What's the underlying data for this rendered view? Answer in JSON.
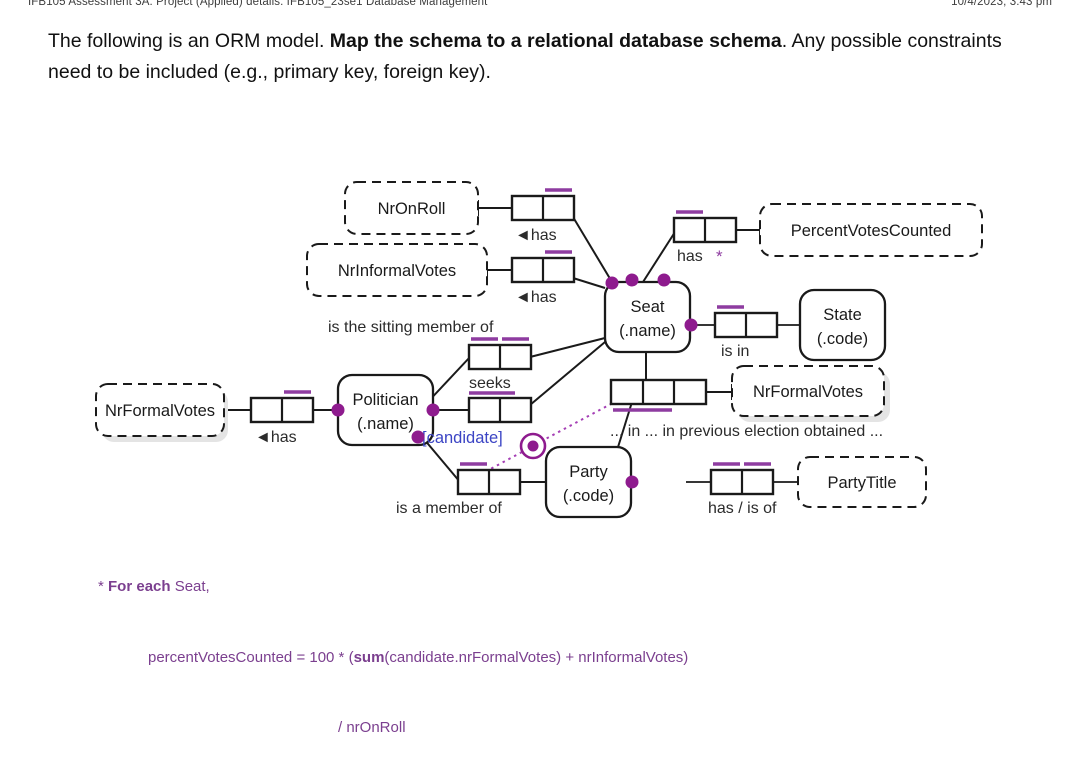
{
  "header": {
    "left": "IFB105 Assessment 3A: Project (Applied)   details: IFB105_23se1 Database Management",
    "right": "10/4/2023, 3:43 pm"
  },
  "instructions": {
    "part1": "The following is an ORM model. ",
    "bold": "Map the schema to a relational database schema",
    "part2": ". Any possible constraints need to be included (e.g., primary key, foreign key)."
  },
  "colors": {
    "purple": "#7b2d8e",
    "purple_text": "#7b3f8f",
    "blue_role": "#3b44c4",
    "line": "#1a1a1a",
    "shadow": "#e2e2e2"
  },
  "diagram": {
    "entities": [
      {
        "id": "seat",
        "label": "Seat",
        "ref": "(.name)",
        "kind": "entity"
      },
      {
        "id": "state",
        "label": "State",
        "ref": "(.code)",
        "kind": "entity"
      },
      {
        "id": "politician",
        "label": "Politician",
        "ref": "(.name)",
        "kind": "entity"
      },
      {
        "id": "party",
        "label": "Party",
        "ref": "(.code)",
        "kind": "entity"
      }
    ],
    "values": [
      {
        "id": "nronroll",
        "label": "NrOnRoll",
        "kind": "value",
        "shadow": false
      },
      {
        "id": "nrinformalvotes",
        "label": "NrInformalVotes",
        "kind": "value",
        "shadow": false
      },
      {
        "id": "percentvotescounted",
        "label": "PercentVotesCounted",
        "kind": "value",
        "shadow": false
      },
      {
        "id": "nrformalvotes-left",
        "label": "NrFormalVotes",
        "kind": "value",
        "shadow": true
      },
      {
        "id": "nrformalvotes-right",
        "label": "NrFormalVotes",
        "kind": "value",
        "shadow": true
      },
      {
        "id": "partytitle",
        "label": "PartyTitle",
        "kind": "value",
        "shadow": false
      }
    ],
    "predicates": [
      {
        "id": "seat-has-nronroll",
        "label": "◄has",
        "roles": 2,
        "uniqueness": "second"
      },
      {
        "id": "seat-has-nrinformalvotes",
        "label": "◄has",
        "roles": 2,
        "uniqueness": "second"
      },
      {
        "id": "seat-has-percent",
        "label": "has",
        "suffix": "*",
        "roles": 2,
        "uniqueness": "first"
      },
      {
        "id": "seat-is-in-state",
        "label": "is in",
        "roles": 2,
        "uniqueness": "first"
      },
      {
        "id": "is-the-sitting-member-of",
        "label": "is the sitting member of",
        "roles": 2,
        "uniqueness": "both-separate"
      },
      {
        "id": "seeks",
        "label": "seeks",
        "roles": 2,
        "uniqueness": "none"
      },
      {
        "id": "politician-has-nrformal",
        "label": "◄has",
        "roles": 2,
        "uniqueness": "second"
      },
      {
        "id": "is-a-member-of",
        "label": "is a member of",
        "roles": 2,
        "uniqueness": "first"
      },
      {
        "id": "obtained-ternary",
        "label": "... in ... in previous election obtained ...",
        "roles": 3,
        "uniqueness": "first-two"
      },
      {
        "id": "party-has-title",
        "label": "has / is of",
        "roles": 2,
        "uniqueness": "both-separate"
      }
    ],
    "role_names": [
      {
        "id": "candidate-role",
        "label": "[candidate]"
      }
    ],
    "derived_marks": [
      {
        "id": "derived-asterisk",
        "label": "*"
      }
    ]
  },
  "derivation_rule": {
    "line1_prefix": "* ",
    "line1_bold": "For each ",
    "line1_rest": "Seat,",
    "line2_a": "percentVotesCounted = 100 * (",
    "line2_bold": "sum",
    "line2_b": "(candidate.nrFormalVotes) + nrInformalVotes)",
    "line3": "/ nrOnRoll"
  }
}
